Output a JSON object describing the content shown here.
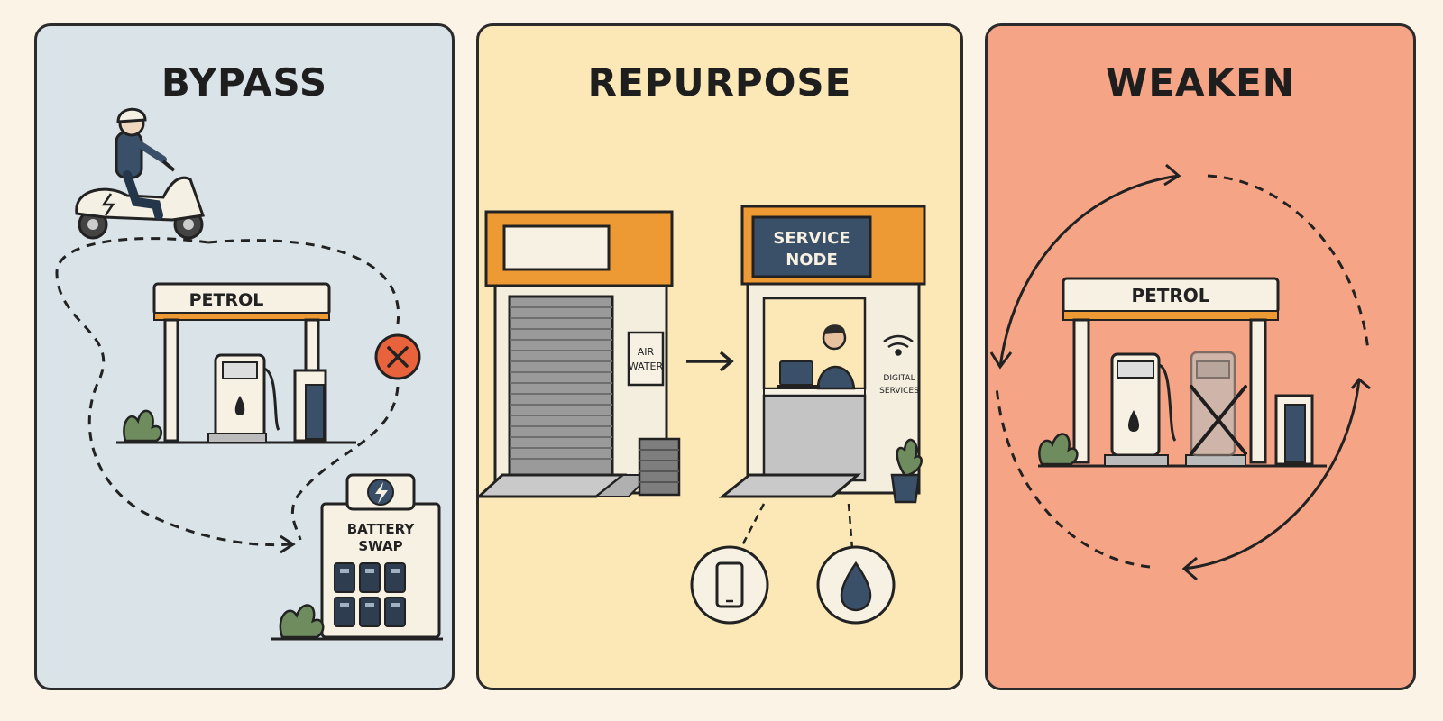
{
  "panels": {
    "bypass": {
      "title": "BYPASS",
      "station_sign": "PETROL",
      "battery_sign_line1": "BATTERY",
      "battery_sign_line2": "SWAP",
      "icons": [
        "scooter-rider-icon",
        "petrol-station-icon",
        "blocked-x-icon",
        "lightning-icon",
        "battery-swap-station-icon",
        "plant-icon"
      ]
    },
    "repurpose": {
      "title": "REPURPOSE",
      "air_water_line1": "AIR",
      "air_water_line2": "WATER",
      "service_sign_line1": "SERVICE",
      "service_sign_line2": "NODE",
      "digital_line1": "DIGITAL",
      "digital_line2": "SERVICES",
      "icons": [
        "shuttered-kiosk-icon",
        "arrow-right-icon",
        "service-kiosk-icon",
        "person-laptop-icon",
        "wifi-icon",
        "smartphone-icon",
        "water-drop-icon",
        "plant-icon"
      ]
    },
    "weaken": {
      "title": "WEAKEN",
      "station_sign": "PETROL",
      "icons": [
        "cycle-arrows-icon",
        "petrol-station-icon",
        "crossed-out-pump-icon",
        "plant-icon"
      ]
    }
  },
  "colors": {
    "bypass_bg": "#D9E3E8",
    "repurpose_bg": "#FCE8B6",
    "weaken_bg": "#F5A486",
    "accent_orange": "#EE9A34",
    "navy": "#3A5068",
    "alert_red": "#E8623C",
    "outline": "#2B2B2B"
  }
}
